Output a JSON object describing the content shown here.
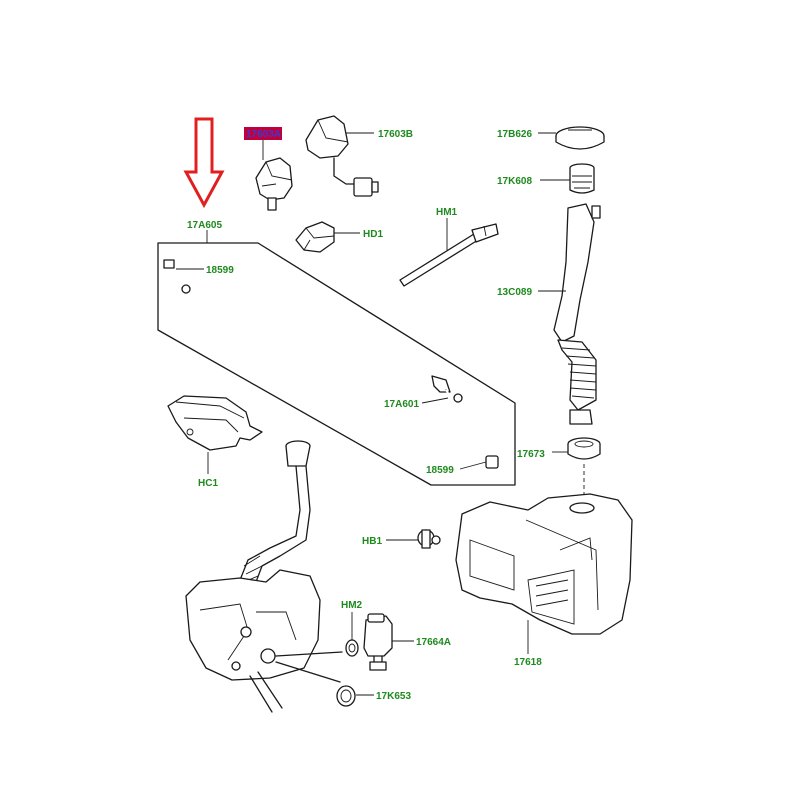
{
  "colors": {
    "label_text": "#1e8a1e",
    "highlight_fill": "#c0003c",
    "highlight_text": "#3a3ad0",
    "arrow_stroke": "#e02020",
    "line_art": "#1a1a1a"
  },
  "labels": {
    "part_17603A": "17603A",
    "part_17603B": "17603B",
    "part_HD1": "HD1",
    "part_HM1": "HM1",
    "part_17B626": "17B626",
    "part_17K608": "17K608",
    "part_13C089": "13C089",
    "part_17A605": "17A605",
    "part_18599_top": "18599",
    "part_17A601": "17A601",
    "part_18599_bottom": "18599",
    "part_17673": "17673",
    "part_HC1": "HC1",
    "part_HB1": "HB1",
    "part_HM2": "HM2",
    "part_17664A": "17664A",
    "part_17618": "17618",
    "part_17K653": "17K653"
  },
  "indicator": {
    "icon": "down-arrow-icon",
    "highlighted_part": "17603A"
  }
}
